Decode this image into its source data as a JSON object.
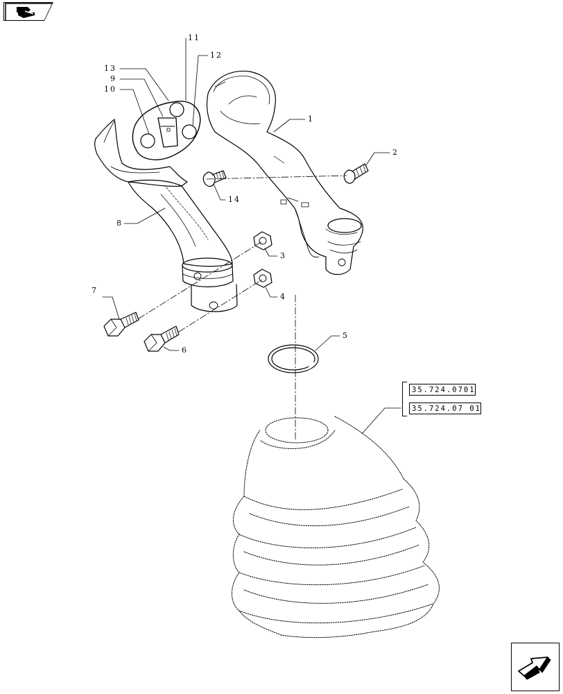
{
  "callouts": {
    "c1": "1",
    "c2": "2",
    "c3": "3",
    "c4": "4",
    "c5": "5",
    "c6": "6",
    "c7": "7",
    "c8": "8",
    "c9": "9",
    "c10": "10",
    "c11": "11",
    "c12": "12",
    "c13": "13",
    "c14": "14"
  },
  "references": {
    "ref_a": "35.724.0701",
    "ref_b": "35.724.07 01"
  },
  "icons": {
    "top_left": "prev-page-icon",
    "bottom_right": "next-page-icon"
  }
}
